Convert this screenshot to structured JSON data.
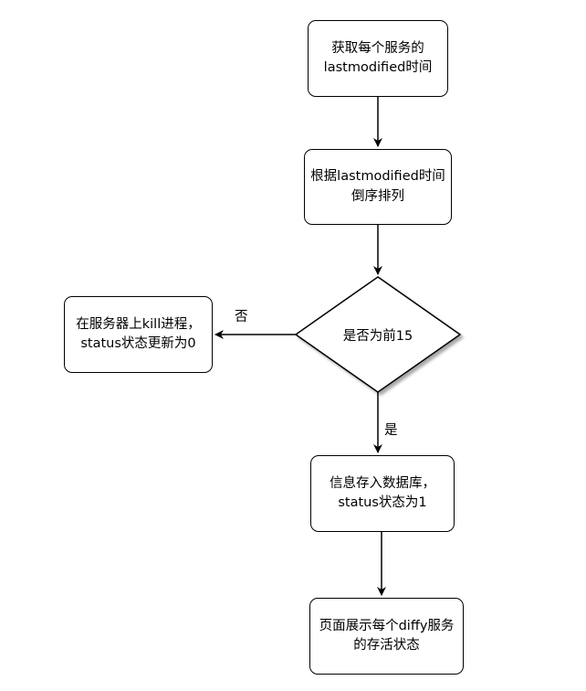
{
  "nodes": {
    "n1": "获取每个服务的lastmodified时间",
    "n2": "根据lastmodified时间倒序排列",
    "decision": "是否为前15",
    "no_box": "在服务器上kill进程，status状态更新为0",
    "n4": "信息存入数据库，status状态为1",
    "n5": "页面展示每个diffy服务的存活状态"
  },
  "edges": {
    "no_label": "否",
    "yes_label": "是"
  }
}
